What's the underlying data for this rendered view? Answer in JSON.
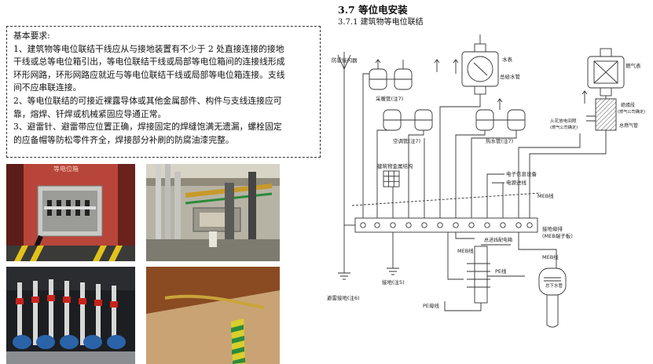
{
  "section": {
    "title": "3.7 等位电安装",
    "subtitle": "3.7.1 建筑物等电位联结"
  },
  "requirements": {
    "heading": "基本要求:",
    "lines": [
      "1、建筑物等电位联结干线应从与接地装置有不少于 2 处直接连接的接地",
      "干线或总等电位箱引出，等电位联结干线或局部等电位箱间的连接线形成",
      "环形网路，环形网路应就近与等电位联结干线或局部等电位箱连接。支线",
      "间不应串联连接。",
      "2、等电位联结的可接近裸露导体或其他金属部件、构件与支线连接应可",
      "靠，熔焊、钎焊或机械紧固应导通正常。",
      "3、避雷针、避雷带应位置正确，焊接固定的焊缝饱满无遗漏，螺栓固定",
      "的应备帽等防松零件齐全，焊接部分补刷的防腐油漆完整。"
    ]
  },
  "photos": {
    "p1_sign": "等电位箱"
  },
  "diagram": {
    "labels": {
      "lightning_rod": "防雷接闪器",
      "water_meter": "水表",
      "main_water": "总给水管",
      "heating": "采暖管(注7)",
      "ac": "空调管(注7)",
      "hot_water": "热水管(注7)",
      "gas_meter": "燃气表",
      "insulation_1": "绝缘段",
      "insulation_2": "(燃气公司确定)",
      "gas_pipe": "总燃气管",
      "fire_gap_1": "火花放电间隙",
      "fire_gap_2": "(燃气公司确定)",
      "building_steel": "建筑物金属结构",
      "electronic": "电子信息设备",
      "power_line": "电源进线",
      "meb_line": "MEB线",
      "meb_line_2": "MEB线",
      "meb_line_3": "MEB线",
      "meb_terminal_1": "接地母排",
      "meb_terminal_2": "(MEB端子板)",
      "distribution": "总进线配电箱",
      "pe_line": "PE线",
      "pe_bus": "PE母线",
      "ground_5": "接地(注5)",
      "lightning_ground": "避雷接地(注6)",
      "underground_water": "总下水管"
    }
  }
}
